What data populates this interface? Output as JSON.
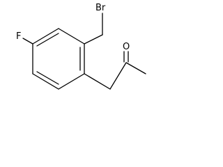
{
  "molecule": {
    "atoms": {
      "bromine": "Br",
      "fluorine": "F",
      "oxygen": "O"
    }
  }
}
